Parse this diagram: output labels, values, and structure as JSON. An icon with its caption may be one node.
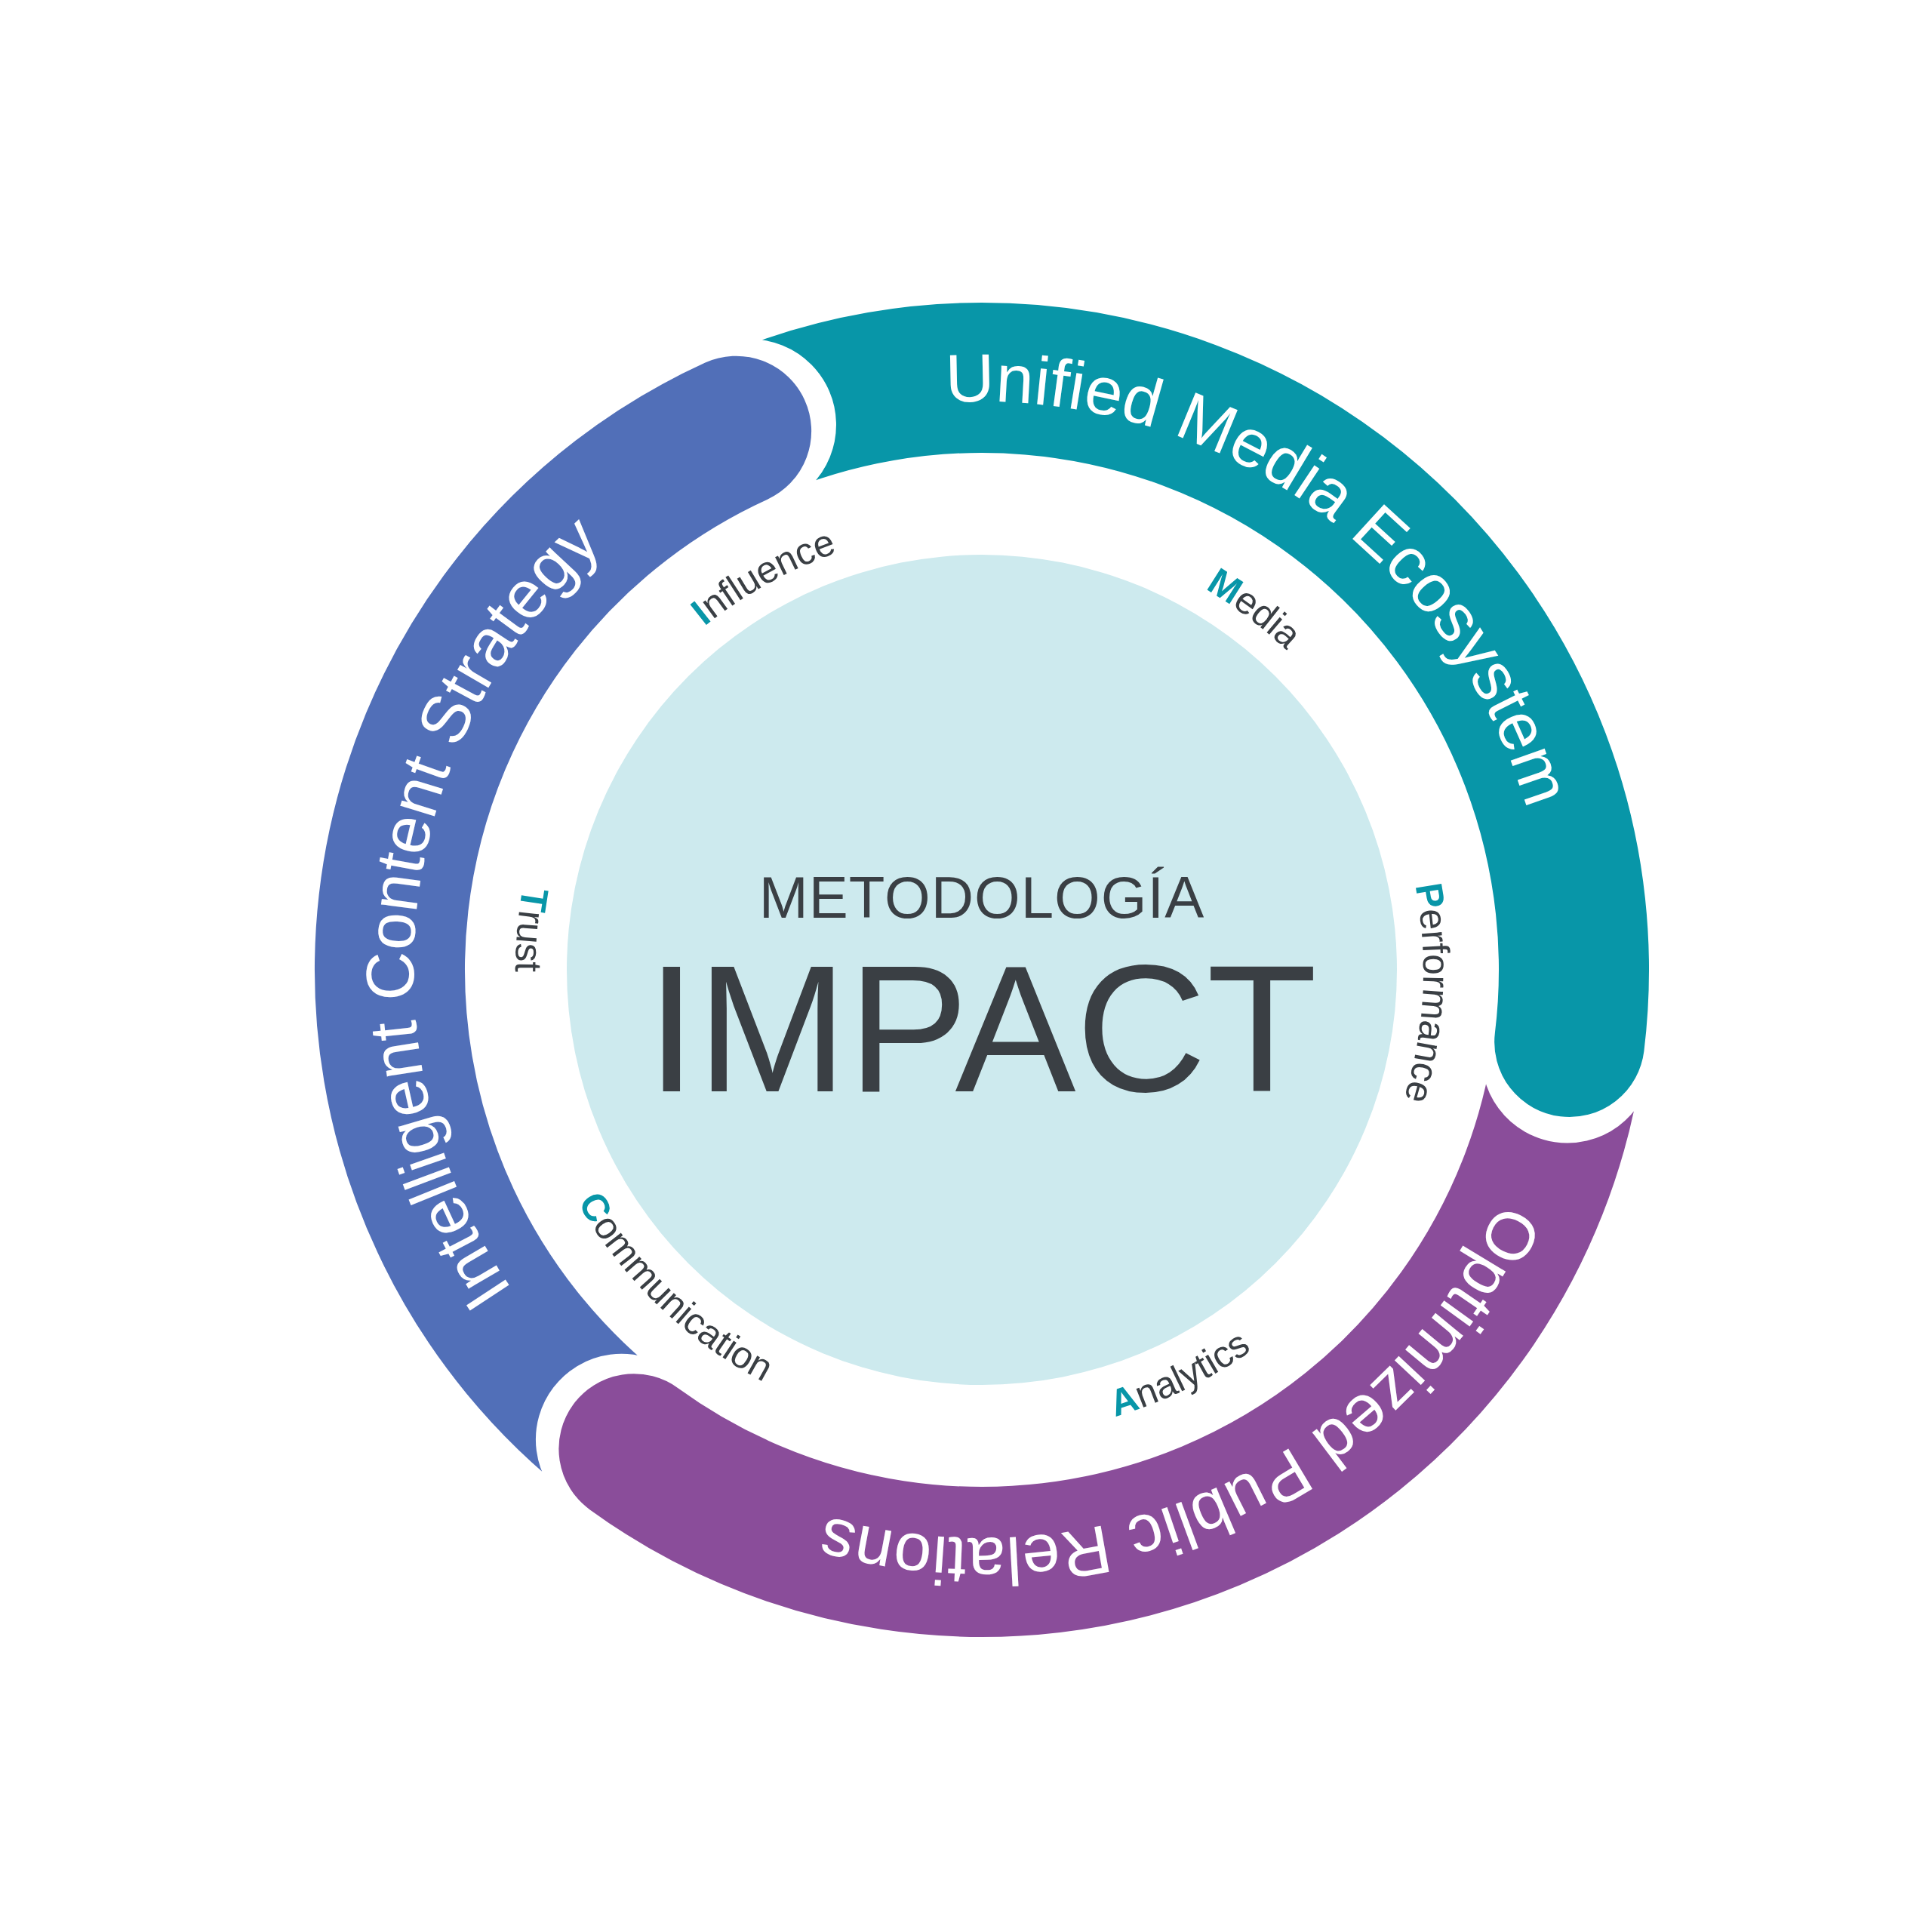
{
  "diagram": {
    "nodes": [
      {
        "text": [
          "Unified Media Ecosystem"
        ]
      },
      {
        "text": [
          "Optimized Public Relations"
        ]
      },
      {
        "text": [
          "Intelligent Content Strategy"
        ]
      },
      {
        "text": [
          "METODOLOGÍA",
          "IMPACT"
        ]
      }
    ],
    "labels": [
      "**I**nfluence",
      "**M**edia",
      "**P**erformance",
      "**A**nalytics",
      "**C**ommunication",
      "**T**rust"
    ]
  }
}
